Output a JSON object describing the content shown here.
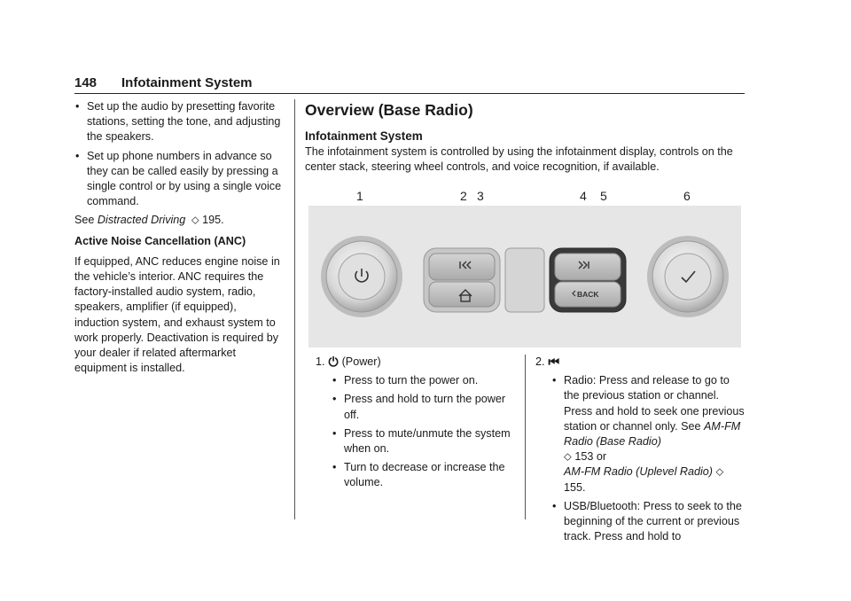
{
  "header": {
    "page_number": "148",
    "section_title": "Infotainment System"
  },
  "left_column": {
    "bullets": [
      "Set up the audio by presetting favorite stations, setting the tone, and adjusting the speakers.",
      "Set up phone numbers in advance so they can be called easily by pressing a single control or by using a single voice command."
    ],
    "see_prefix": "See",
    "see_link": "Distracted Driving",
    "see_ref": "⬦ 195.",
    "anc_heading": "Active Noise Cancellation (ANC)",
    "anc_body": "If equipped, ANC reduces engine noise in the vehicle’s interior. ANC requires the factory-installed audio system, radio, speakers, amplifier (if equipped), induction system, and exhaust system to work properly. Deactivation is required by your dealer if related aftermarket equipment is installed."
  },
  "right_column": {
    "title": "Overview (Base Radio)",
    "subtitle": "Infotainment System",
    "intro": "The infotainment system is controlled by using the infotainment display, controls on the center stack, steering wheel controls, and voice recognition, if available."
  },
  "callouts": {
    "c1": "1",
    "c2": "2",
    "c3": "3",
    "c4": "4",
    "c5": "5",
    "c6": "6"
  },
  "panel_labels": {
    "back": "BACK"
  },
  "list1": {
    "number": "1.",
    "symbol": "⏻",
    "label": "(Power)",
    "bullets": [
      "Press to turn the power on.",
      "Press and hold to turn the power off.",
      "Press to mute/unmute the system when on.",
      "Turn to decrease or increase the volume."
    ]
  },
  "list2": {
    "number": "2.",
    "symbol": "⏮",
    "bullet1_text": "Radio: Press and release to go to the previous station or channel. Press and hold to seek one previous station or channel only. See",
    "bullet1_link1": "AM-FM Radio (Base Radio)",
    "bullet1_ref1": "⬦ 153",
    "bullet1_or": "or",
    "bullet1_link2": "AM-FM Radio (Uplevel Radio)",
    "bullet1_ref2": "⬦ 155.",
    "bullet2": "USB/Bluetooth: Press to seek to the beginning of the current or previous track. Press and hold to"
  }
}
